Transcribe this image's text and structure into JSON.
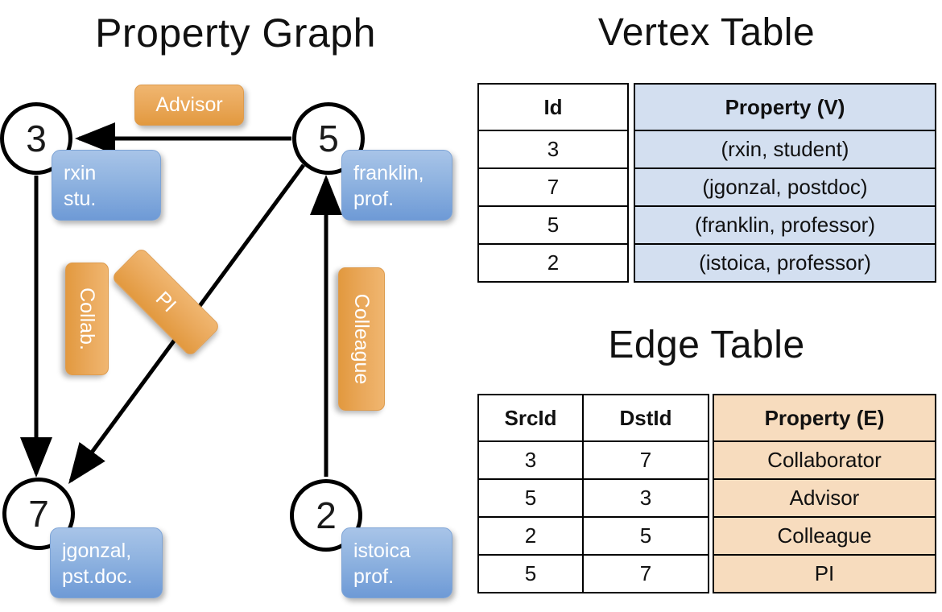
{
  "titles": {
    "property_graph": "Property Graph",
    "vertex_table": "Vertex Table",
    "edge_table": "Edge Table"
  },
  "graph": {
    "nodes": [
      {
        "id": "3",
        "property_label": "rxin\nstu."
      },
      {
        "id": "5",
        "property_label": "franklin,\nprof."
      },
      {
        "id": "7",
        "property_label": "jgonzal,\npst.doc."
      },
      {
        "id": "2",
        "property_label": "istoica\nprof."
      }
    ],
    "node_labels": {
      "n3": "3",
      "n5": "5",
      "n7": "7",
      "n2": "2"
    },
    "vertex_boxes": {
      "rxin_line1": "rxin",
      "rxin_line2": "stu.",
      "franklin_line1": "franklin,",
      "franklin_line2": "prof.",
      "jgonzal_line1": "jgonzal,",
      "jgonzal_line2": "pst.doc.",
      "istoica_line1": "istoica",
      "istoica_line2": "prof."
    },
    "edge_boxes": {
      "advisor": "Advisor",
      "collab": "Collab.",
      "pi": "PI",
      "colleague": "Colleague"
    },
    "edges": [
      {
        "from": "5",
        "to": "3",
        "label": "Advisor"
      },
      {
        "from": "3",
        "to": "7",
        "label": "Collab."
      },
      {
        "from": "5",
        "to": "7",
        "label": "PI"
      },
      {
        "from": "2",
        "to": "5",
        "label": "Colleague"
      }
    ]
  },
  "vertex_table": {
    "headers": {
      "id": "Id",
      "property": "Property (V)"
    },
    "rows": [
      {
        "id": "3",
        "property": "(rxin, student)"
      },
      {
        "id": "7",
        "property": "(jgonzal, postdoc)"
      },
      {
        "id": "5",
        "property": "(franklin, professor)"
      },
      {
        "id": "2",
        "property": "(istoica, professor)"
      }
    ]
  },
  "edge_table": {
    "headers": {
      "src": "SrcId",
      "dst": "DstId",
      "property": "Property (E)"
    },
    "rows": [
      {
        "src": "3",
        "dst": "7",
        "property": "Collaborator"
      },
      {
        "src": "5",
        "dst": "3",
        "property": "Advisor"
      },
      {
        "src": "2",
        "dst": "5",
        "property": "Colleague"
      },
      {
        "src": "5",
        "dst": "7",
        "property": "PI"
      }
    ]
  },
  "colors": {
    "vertex_fill": "#d3dff0",
    "edge_fill": "#f7dcbe",
    "node_box_blue": "#8fb3e0",
    "edge_box_orange": "#eaa95c",
    "stroke": "#000000"
  }
}
